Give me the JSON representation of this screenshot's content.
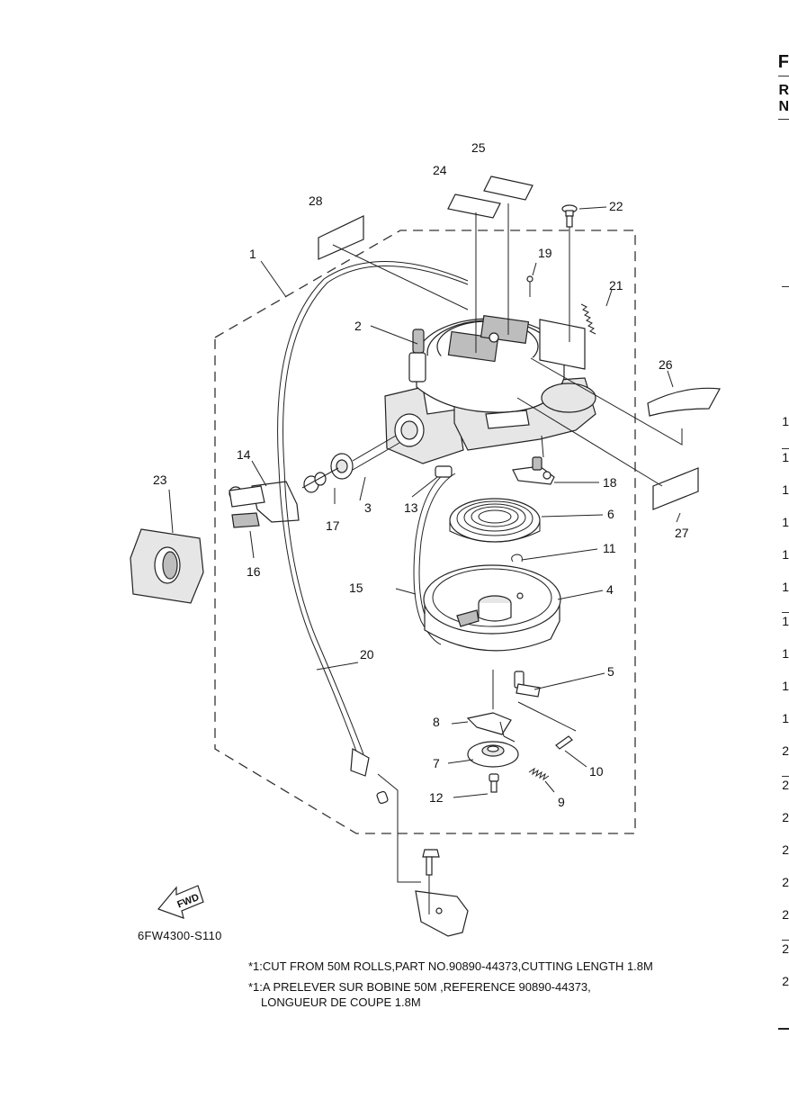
{
  "diagram": {
    "part_numbers": [
      "1",
      "2",
      "3",
      "4",
      "5",
      "6",
      "7",
      "8",
      "9",
      "10",
      "11",
      "12",
      "13",
      "14",
      "15",
      "16",
      "17",
      "18",
      "19",
      "20",
      "21",
      "22",
      "23",
      "24",
      "25",
      "26",
      "27",
      "28"
    ],
    "fwd_text": "FWD",
    "drawing_code": "6FW4300-S110"
  },
  "notes": {
    "line1": "*1:CUT FROM 50M ROLLS,PART NO.90890-44373,CUTTING LENGTH 1.8M",
    "line2": "*1:A PRELEVER SUR BOBINE 50M ,REFERENCE 90890-44373,",
    "line3": "LONGUEUR DE COUPE 1.8M"
  },
  "right_edge": {
    "letters": [
      "F",
      "R",
      "N"
    ],
    "digits": [
      "1",
      "1",
      "1",
      "1",
      "1",
      "1",
      "1",
      "1",
      "1",
      "1",
      "2",
      "2",
      "2",
      "2",
      "2",
      "2",
      "2",
      "2"
    ]
  }
}
